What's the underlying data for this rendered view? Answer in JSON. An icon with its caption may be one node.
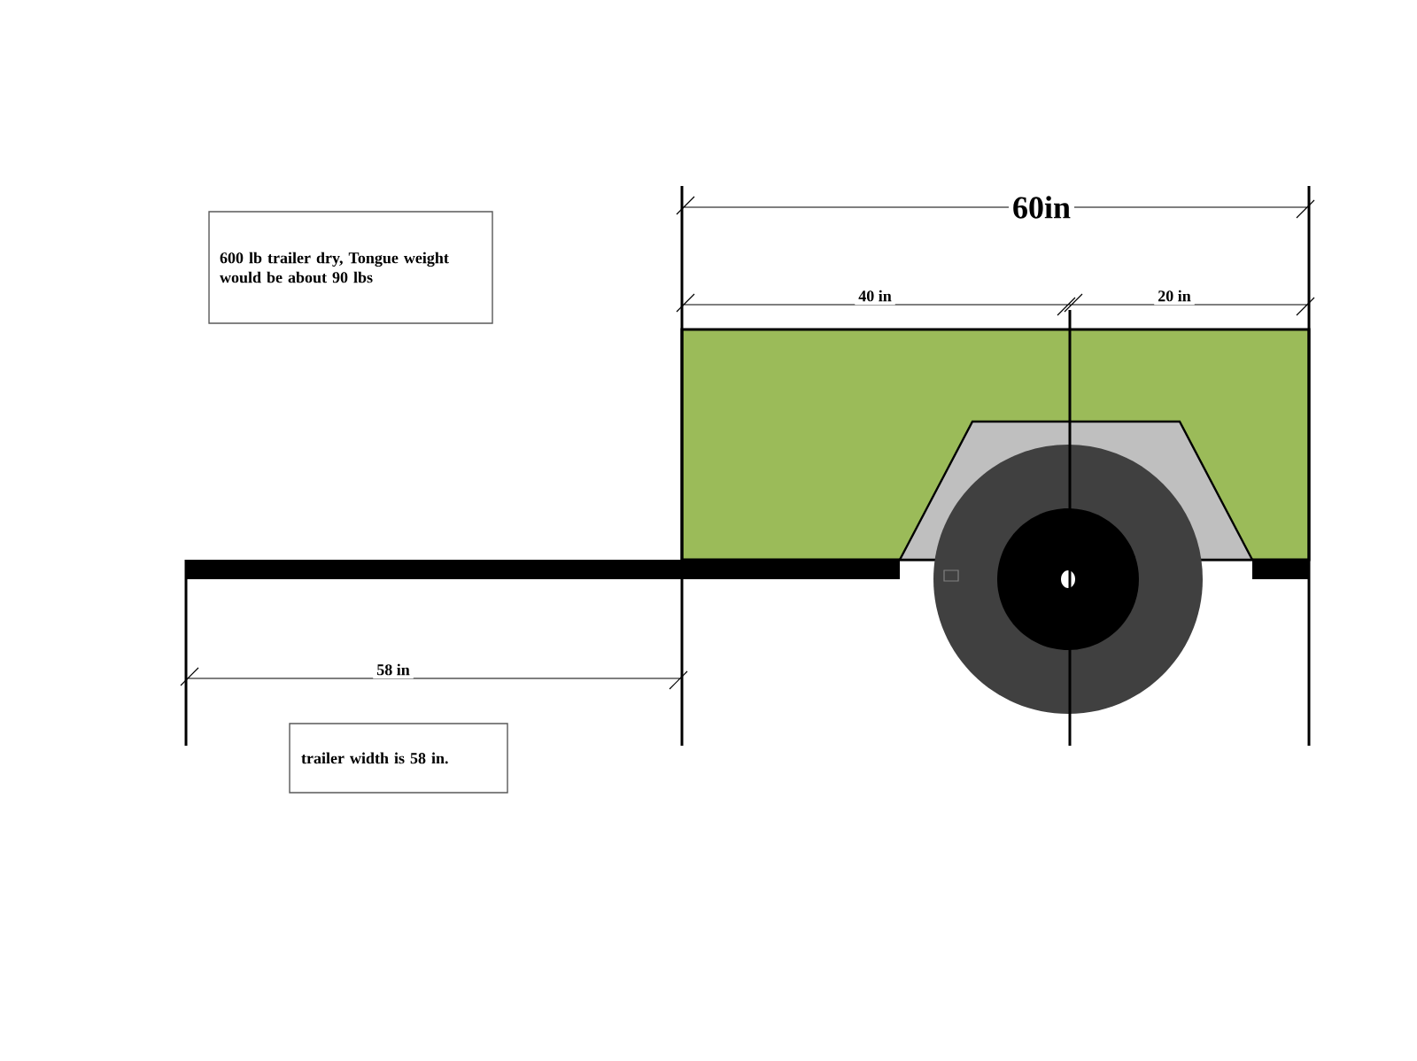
{
  "diagram": {
    "nodes": [
      {
        "text": [
          "600 lb trailer dry, Tongue weight would be about 90 lbs"
        ]
      },
      {
        "text": [
          "trailer width is 58 in."
        ]
      }
    ],
    "edges": [],
    "labels": [
      "60in",
      "40 in",
      "20 in",
      "58 in"
    ]
  }
}
